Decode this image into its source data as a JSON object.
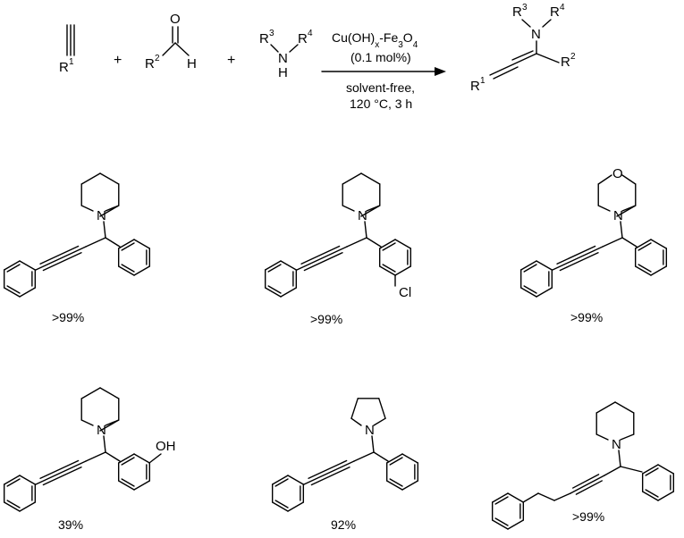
{
  "reaction": {
    "reagents": {
      "alkyne_r": "R",
      "alkyne_sup": "1",
      "aldehyde_r": "R",
      "aldehyde_sup": "2",
      "aldehyde_o": "O",
      "aldehyde_h": "H",
      "amine_r3": "R",
      "amine_r3_sup": "3",
      "amine_n": "N",
      "amine_h": "H",
      "amine_r4": "R",
      "amine_r4_sup": "4",
      "plus": "+"
    },
    "catalyst_part1": "Cu(OH)",
    "catalyst_sub_x": "x",
    "catalyst_part2": "-Fe",
    "catalyst_sub_3": "3",
    "catalyst_part3": "O",
    "catalyst_sub_4": "4",
    "loading": "(0.1 mol%)",
    "condition_1": "solvent-free,",
    "condition_2": "120 °C, 3 h",
    "product": {
      "r3": "R",
      "r3_sup": "3",
      "r4": "R",
      "r4_sup": "4",
      "n": "N",
      "r1": "R",
      "r1_sup": "1",
      "r2": "R",
      "r2_sup": "2"
    }
  },
  "products": [
    {
      "n_label": "N",
      "extra_label": "",
      "yield": ">99%"
    },
    {
      "n_label": "N",
      "extra_label": "Cl",
      "yield": ">99%"
    },
    {
      "n_label": "N",
      "o_label": "O",
      "yield": ">99%"
    },
    {
      "n_label": "N",
      "extra_label": "OH",
      "yield": "39%"
    },
    {
      "n_label": "N",
      "extra_label": "",
      "yield": "92%"
    },
    {
      "n_label": "N",
      "extra_label": "",
      "yield": ">99%"
    }
  ]
}
